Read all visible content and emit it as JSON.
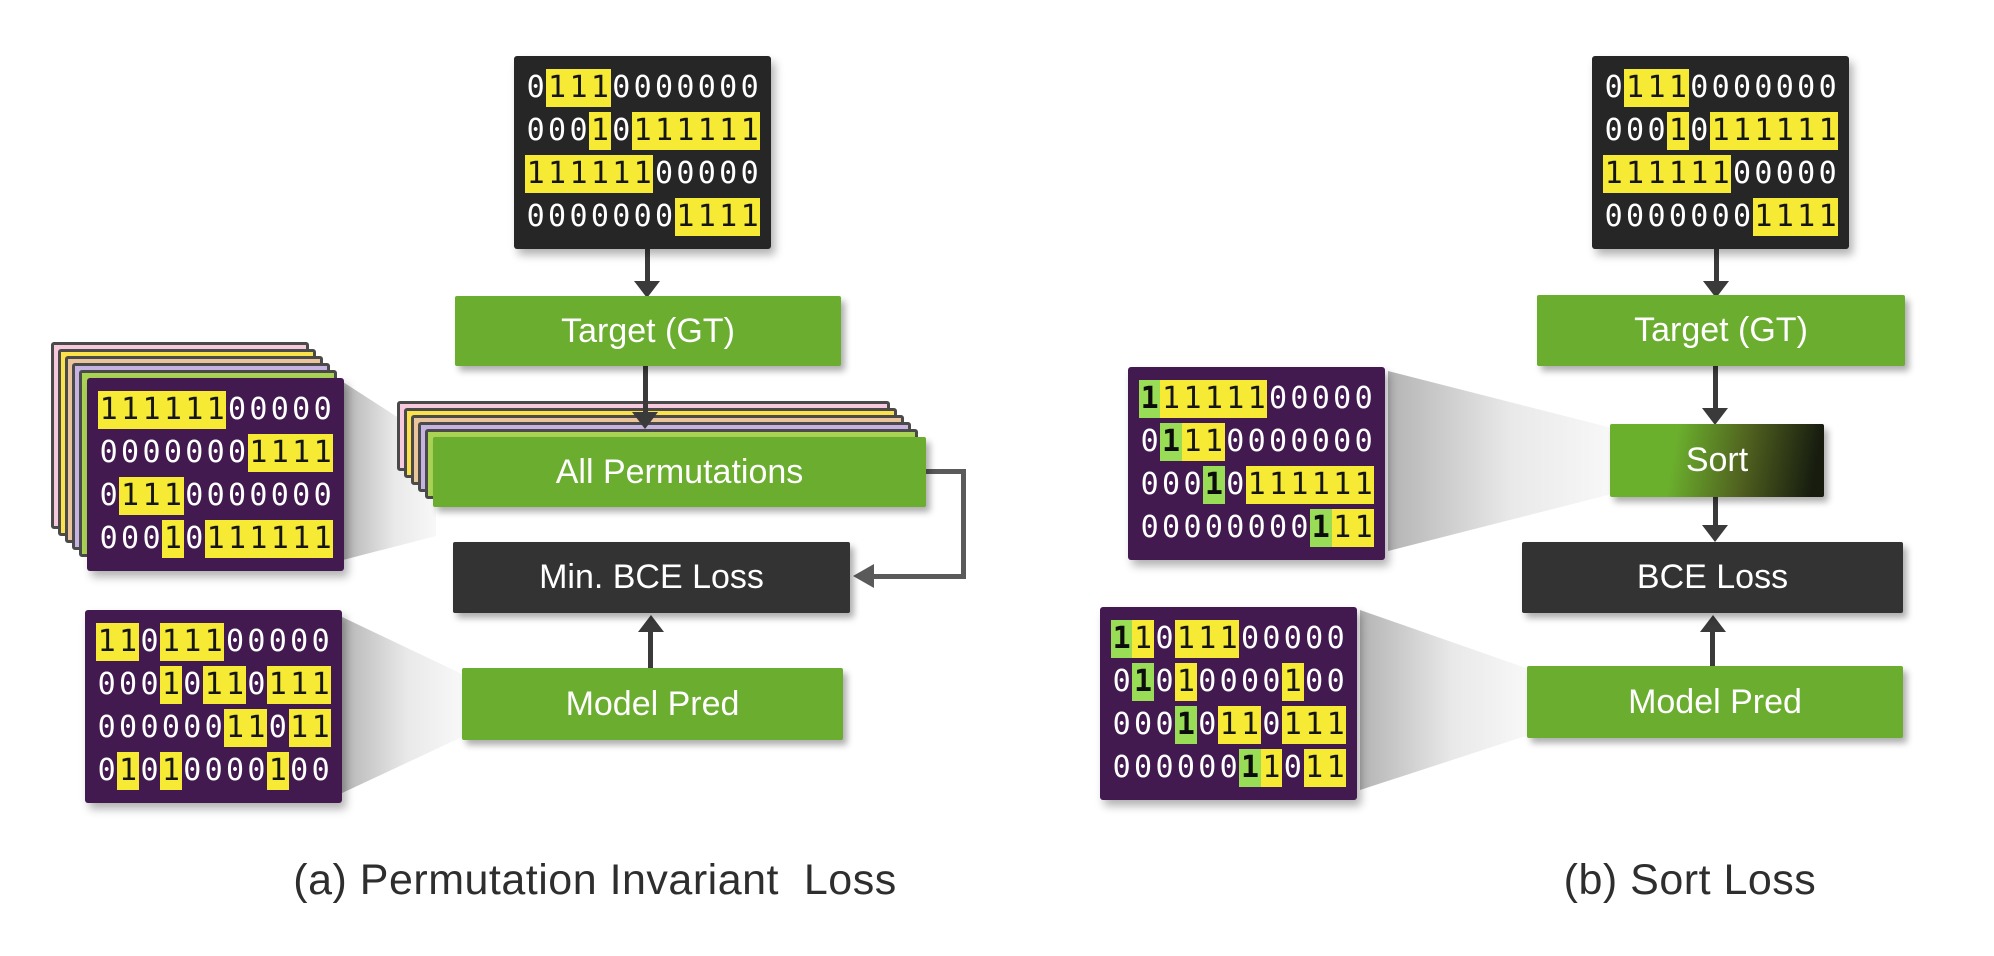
{
  "colors": {
    "green_box": "#6aad2f",
    "dark_box": "#333333",
    "matrix_dark_bg": "#262626",
    "matrix_purple_bg": "#421a50",
    "hl_yellow": "#f7ea35",
    "hl_green": "#99dc55",
    "sheet_pink": "#f7c9dd",
    "sheet_yellow": "#fbe24b",
    "sheet_tan": "#eac59c",
    "sheet_lavender": "#c7b3e1",
    "sheet_lightgreen": "#aad355",
    "arrow": "#3a3a3a",
    "connector": "#5a5a5a",
    "caption": "#2e2e2e"
  },
  "legend": {
    "mark_codes": {
      ".": "plain white digit",
      "Y": "yellow-highlight digit",
      "G": "green sort-key digit (bold)"
    }
  },
  "panels": {
    "a": {
      "caption": "(a) Permutation Invariant  Loss",
      "boxes": {
        "target": "Target (GT)",
        "permutations": "All Permutations",
        "loss": "Min. BCE Loss",
        "pred": "Model Pred"
      },
      "target_matrix": {
        "rows": [
          {
            "d": "01110000000",
            "m": ".YYY......."
          },
          {
            "d": "00010111111",
            "m": "...Y.YYYYYY"
          },
          {
            "d": "11111100000",
            "m": "YYYYYY....."
          },
          {
            "d": "00000001111",
            "m": ".......YYYY"
          }
        ]
      },
      "permutation_example_matrix": {
        "rows": [
          {
            "d": "11111100000",
            "m": "YYYYYY....."
          },
          {
            "d": "00000001111",
            "m": ".......YYYY"
          },
          {
            "d": "01110000000",
            "m": ".YYY......."
          },
          {
            "d": "00010111111",
            "m": "...Y.YYYYYY"
          }
        ]
      },
      "pred_matrix": {
        "rows": [
          {
            "d": "11011100000",
            "m": "YY.YYY....."
          },
          {
            "d": "00010110111",
            "m": "...Y.YY.YYY"
          },
          {
            "d": "00000011011",
            "m": "......YY.YY"
          },
          {
            "d": "01010000100",
            "m": ".Y.Y....Y.."
          }
        ]
      }
    },
    "b": {
      "caption": "(b) Sort Loss",
      "boxes": {
        "target": "Target (GT)",
        "sort": "Sort",
        "loss": "BCE Loss",
        "pred": "Model Pred"
      },
      "target_matrix": {
        "rows": [
          {
            "d": "01110000000",
            "m": ".YYY......."
          },
          {
            "d": "00010111111",
            "m": "...Y.YYYYYY"
          },
          {
            "d": "11111100000",
            "m": "YYYYYY....."
          },
          {
            "d": "00000001111",
            "m": ".......YYYY"
          }
        ]
      },
      "sorted_target_matrix": {
        "rows": [
          {
            "d": "11111100000",
            "m": "GYYYYY....."
          },
          {
            "d": "01110000000",
            "m": ".GYY......."
          },
          {
            "d": "00010111111",
            "m": "...G.YYYYYY"
          },
          {
            "d": "00000000111",
            "m": "........GYY"
          }
        ]
      },
      "sorted_pred_matrix": {
        "rows": [
          {
            "d": "11011100000",
            "m": "GY.YYY....."
          },
          {
            "d": "01010000100",
            "m": ".G.Y....Y.."
          },
          {
            "d": "00010110111",
            "m": "...G.YY.YYY"
          },
          {
            "d": "00000011011",
            "m": "......GY.YY"
          }
        ]
      }
    }
  }
}
